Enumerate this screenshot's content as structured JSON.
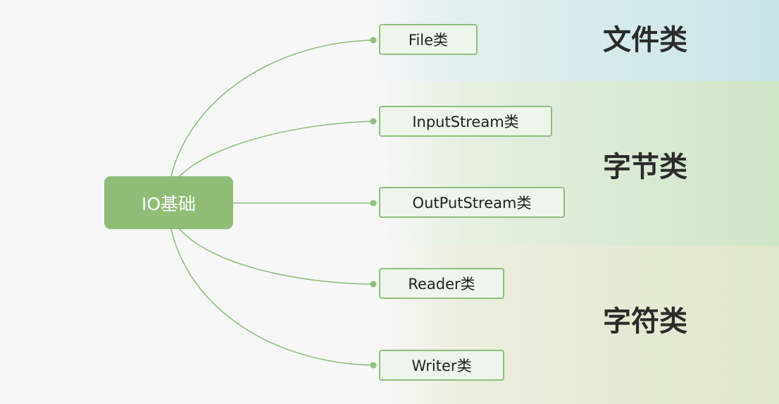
{
  "root": {
    "label": "IO基础"
  },
  "nodes": [
    {
      "label": "File类"
    },
    {
      "label": "InputStream类"
    },
    {
      "label": "OutPutStream类"
    },
    {
      "label": "Reader类"
    },
    {
      "label": "Writer类"
    }
  ],
  "categories": [
    {
      "label": "文件类",
      "color": "#c9e5e8"
    },
    {
      "label": "字节类",
      "color": "#cfe5c8"
    },
    {
      "label": "字符类",
      "color": "#e1e7cb"
    }
  ],
  "colors": {
    "connector": "#8fc07c",
    "root_fill": "#8fbd78",
    "node_fill": "#eef5ea",
    "node_border": "#8fc07c"
  }
}
